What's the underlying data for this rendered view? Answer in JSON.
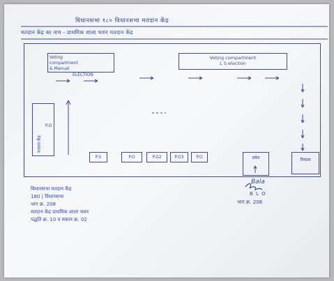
{
  "document": {
    "title": "विधानसभा १८० विधानसभा मतदान केंद्र",
    "subtitle": "मतदान केंद्र का नाम - प्राथमिक शाला भवन मतदान केंद्र",
    "compartment_1": [
      "Voting",
      "compartment",
      "& Manual",
      "ELECTION"
    ],
    "compartment_2": [
      "Voting compartment",
      "L S election"
    ],
    "vertical_label": "मतदान केंद्र",
    "vertical_small": "P.O",
    "polling_staff": [
      "P.S",
      "P.O",
      "P.O2",
      "P.O3",
      "P.O"
    ],
    "entry_label": "प्रवेश",
    "exit_label": "निकास",
    "footer_left": [
      "विधानसभा मतदान केंद्र",
      "180 | विधानसभा",
      "भाग क्र. 208",
      "मतदान केंद्र प्राथमिक शाला भवन",
      "पद्धति क्र. 10 व मकान क्र. 02"
    ],
    "signature": "Bala",
    "signature_role": "B L O",
    "signature_part": "भाग क्र. 208"
  },
  "colors": {
    "ink": "#34489c",
    "paper": "#f1f3f5",
    "background": "#b9b9bb"
  }
}
